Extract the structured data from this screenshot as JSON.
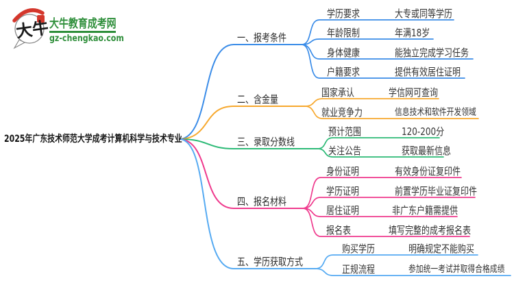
{
  "brand": {
    "title": "大牛教育成考网",
    "domain": "gz-chengkao.com",
    "logo_calligraphy": "大牛",
    "brand_green": "#2f8f3b",
    "seal_red": "#d4372c"
  },
  "root": {
    "label": "2025年广东技术师范大学成考计算机科学与技术专业"
  },
  "branches": [
    {
      "label": "一、报考条件",
      "color": "#3a8ce8",
      "children": [
        {
          "key": "学历要求",
          "value": "大专或同等学历"
        },
        {
          "key": "年龄限制",
          "value": "年满18岁"
        },
        {
          "key": "身体健康",
          "value": "能独立完成学习任务"
        },
        {
          "key": "户籍要求",
          "value": "提供有效居住证明"
        }
      ]
    },
    {
      "label": "二、含金量",
      "color": "#f7a82d",
      "children": [
        {
          "key": "国家承认",
          "value": "学信网可查询"
        },
        {
          "key": "就业竞争力",
          "value": "信息技术和软件开发领域"
        }
      ]
    },
    {
      "label": "三、录取分数线",
      "color": "#2cba76",
      "children": [
        {
          "key": "预计范围",
          "value": "120-200分"
        },
        {
          "key": "关注公告",
          "value": "获取最新信息"
        }
      ]
    },
    {
      "label": "四、报名材料",
      "color": "#ef3a8d",
      "children": [
        {
          "key": "身份证明",
          "value": "有效身份证复印件"
        },
        {
          "key": "学历证明",
          "value": "前置学历毕业证复印件"
        },
        {
          "key": "居住证明",
          "value": "非广东户籍需提供"
        },
        {
          "key": "报名表",
          "value": "填写完整的成考报名表"
        }
      ]
    },
    {
      "label": "五、学历获取方式",
      "color": "#55aaf2",
      "children": [
        {
          "key": "购买学历",
          "value": "明确规定不能购买"
        },
        {
          "key": "正规流程",
          "value": "参加统一考试并取得合格成绩"
        }
      ]
    }
  ]
}
